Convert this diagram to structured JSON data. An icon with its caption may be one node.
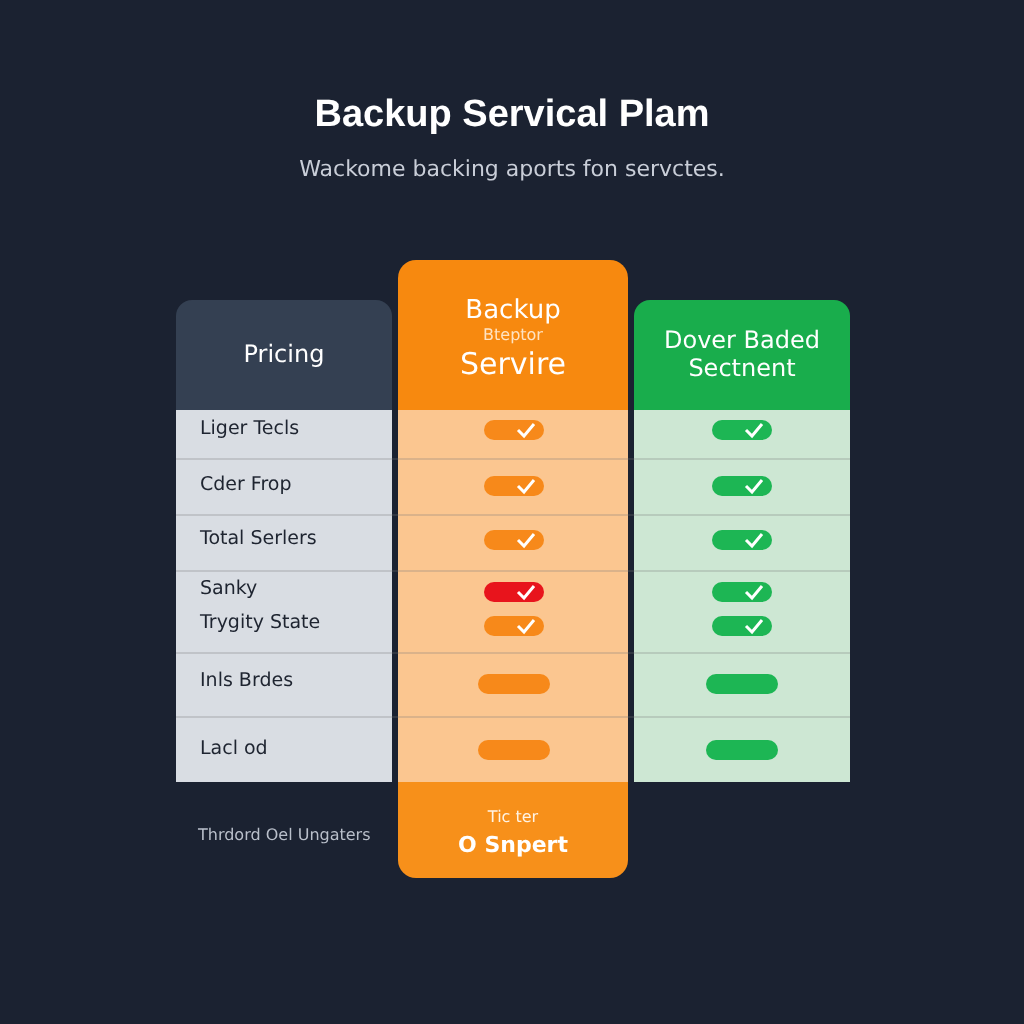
{
  "diagram": {
    "title": "Backup Servical Plam",
    "labels": [
      "Wackome backing aports fon servctes.",
      "Pricing",
      "Backup",
      "Bteptor",
      "Servire",
      "Dover Baded Sectnent",
      "Liger Tecls",
      "Cder Frop",
      "Total Serlers",
      "Sanky",
      "Trygity State",
      "Inls Brdes",
      "Lacl od",
      "Thrdord Oel Ungaters",
      "Tic ter",
      "O Snpert"
    ]
  }
}
